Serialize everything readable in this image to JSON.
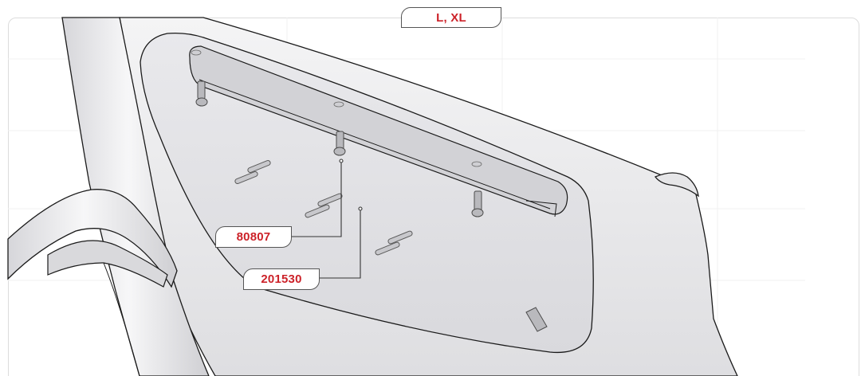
{
  "size_label": "L, XL",
  "parts": [
    {
      "id": "part-80807",
      "number": "80807"
    },
    {
      "id": "part-201530",
      "number": "201530"
    }
  ],
  "colors": {
    "accent_red": "#cc2229",
    "outline": "#1a1a1a",
    "frame_fill": "#ebebed",
    "panel_border": "#dcdcdc"
  }
}
